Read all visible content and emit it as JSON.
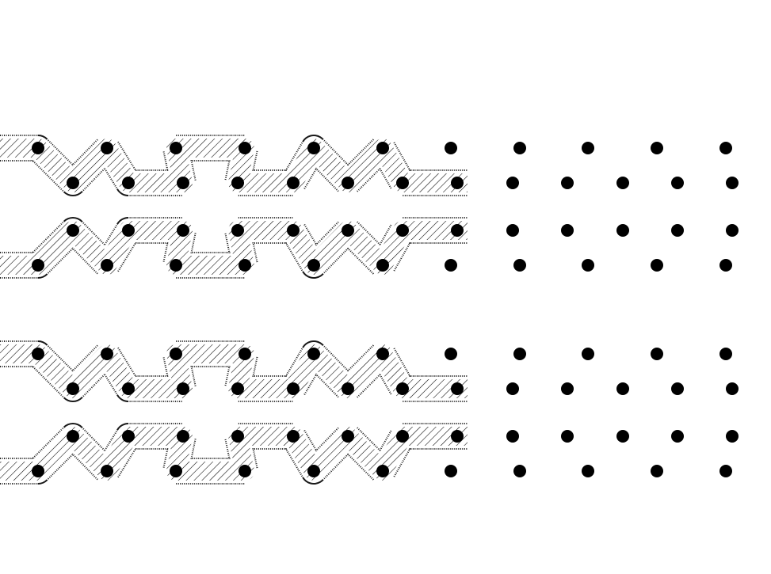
{
  "diagram": {
    "description_text": "",
    "colors": {
      "background": "#ffffff",
      "stroke": "#000000",
      "dot": "#000000"
    },
    "blocks": [
      {
        "rows": [
          {
            "dots_per_row": 12,
            "threaded_dots": 6,
            "ribbon_pattern": "zigzag-with-jog"
          },
          {
            "dots_per_row": 12,
            "threaded_dots": 6,
            "ribbon_pattern": "zigzag-with-jog"
          }
        ]
      },
      {
        "rows": [
          {
            "dots_per_row": 12,
            "threaded_dots": 6,
            "ribbon_pattern": "zigzag-with-jog"
          },
          {
            "dots_per_row": 12,
            "threaded_dots": 6,
            "ribbon_pattern": "zigzag-with-jog"
          }
        ]
      }
    ],
    "ribbon_fill": "diagonal-hatch",
    "ribbon_edge": "dotted-outline"
  }
}
